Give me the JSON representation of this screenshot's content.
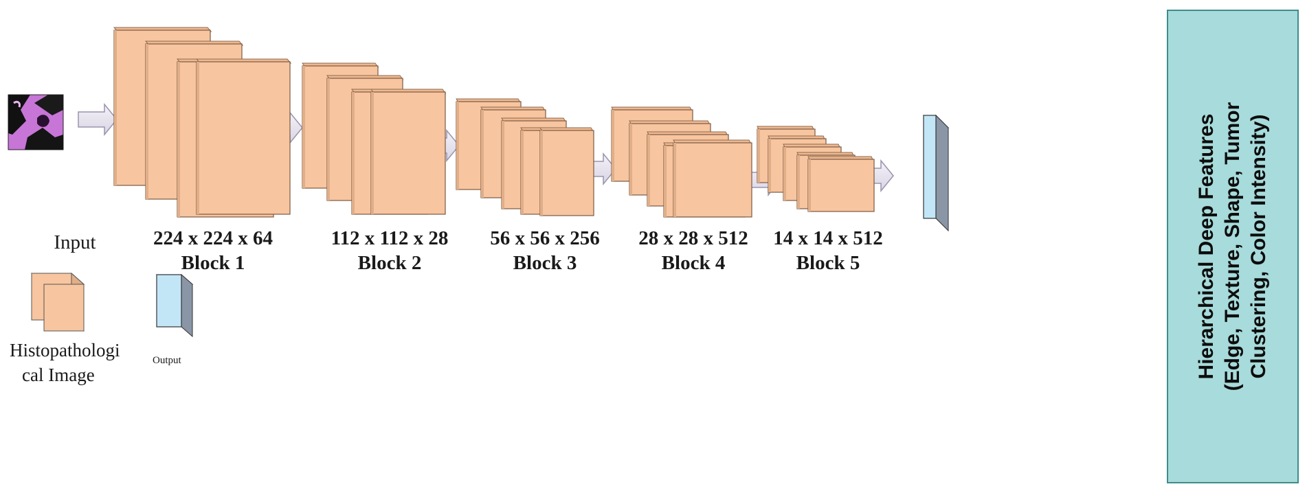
{
  "input": {
    "label": "Input"
  },
  "blocks": [
    {
      "dims": "224 x 224 x 64",
      "name": "Block 1"
    },
    {
      "dims": "112 x 112 x 28",
      "name": "Block 2"
    },
    {
      "dims": "56 x 56 x 256",
      "name": "Block 3"
    },
    {
      "dims": "28 x 28 x 512",
      "name": "Block 4"
    },
    {
      "dims": "14 x 14 x 512",
      "name": "Block 5"
    }
  ],
  "legend": {
    "layer_label_line1": "Histopathologi",
    "layer_label_line2": "cal Image",
    "output_label": "Output"
  },
  "side_panel": {
    "line1": "Hierarchical Deep Features",
    "line2": "(Edge, Texture, Shape, Tumor",
    "line3": "Clustering, Color Intensity)"
  },
  "colors": {
    "layer_fill": "#f7c59f",
    "layer_side": "#e0ae88",
    "output_fill": "#c3e6f7",
    "side_panel_bg": "#a8dbdb",
    "arrow_fill": "#ebe8f2",
    "input_image": "#c775d6"
  }
}
